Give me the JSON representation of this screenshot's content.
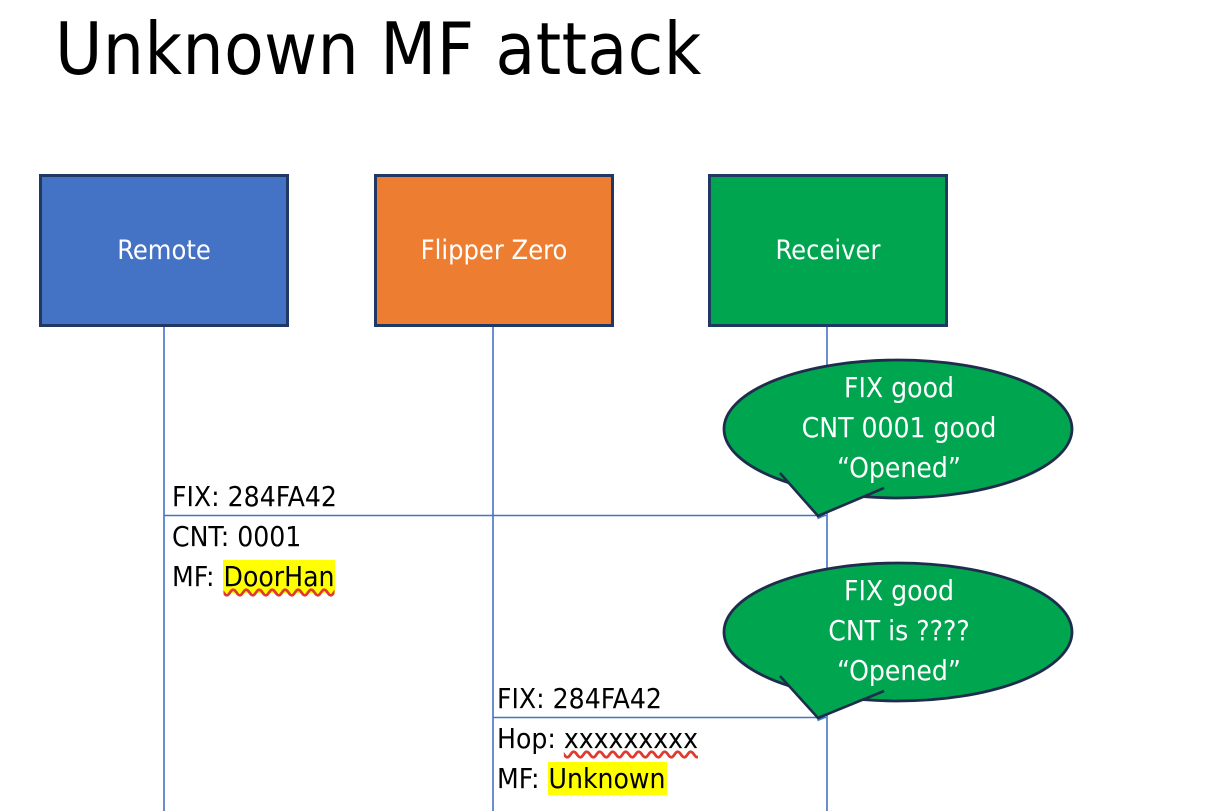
{
  "slide": {
    "title": "Unknown MF attack",
    "background_color": "#FFFFFF"
  },
  "colors": {
    "remote_fill": "#4472C4",
    "flipper_fill": "#ED7D31",
    "receiver_fill": "#00A550",
    "box_border": "#1F3864",
    "callout_fill": "#00A550",
    "callout_border": "#1F2D4D",
    "arrow_line": "#4472C4",
    "highlight": "#FFFF00",
    "spellcheck_underline": "#E03A2F",
    "text_dark": "#000000",
    "text_light": "#FFFFFF"
  },
  "actors": [
    {
      "id": "remote",
      "label": "Remote"
    },
    {
      "id": "flipper",
      "label": "Flipper Zero"
    },
    {
      "id": "receiver",
      "label": "Receiver"
    }
  ],
  "messages": [
    {
      "id": "remote-to-receiver",
      "from": "remote",
      "to": "receiver",
      "lines": [
        {
          "text": "FIX: 284FA42",
          "highlight": false,
          "spellcheck": false
        },
        {
          "text": "CNT: 0001",
          "highlight": false,
          "spellcheck": false
        }
      ],
      "mf_prefix": "MF: ",
      "mf_value": "DoorHan",
      "mf_highlighted": true,
      "mf_spellchecked": true
    },
    {
      "id": "flipper-to-receiver",
      "from": "flipper",
      "to": "receiver",
      "lines": [
        {
          "text": "FIX: 284FA42",
          "highlight": false,
          "spellcheck": false
        }
      ],
      "hop_prefix": "Hop: ",
      "hop_value": "xxxxxxxxx",
      "hop_spellchecked": true,
      "mf_prefix": "MF: ",
      "mf_value": "Unknown",
      "mf_highlighted": true,
      "mf_spellchecked": false
    }
  ],
  "callouts": [
    {
      "id": "callout-1",
      "anchor": "remote-to-receiver",
      "lines": [
        "FIX good",
        "CNT 0001 good",
        "“Opened”"
      ]
    },
    {
      "id": "callout-2",
      "anchor": "flipper-to-receiver",
      "lines": [
        "FIX good",
        "CNT is ????",
        "“Opened”"
      ]
    }
  ]
}
